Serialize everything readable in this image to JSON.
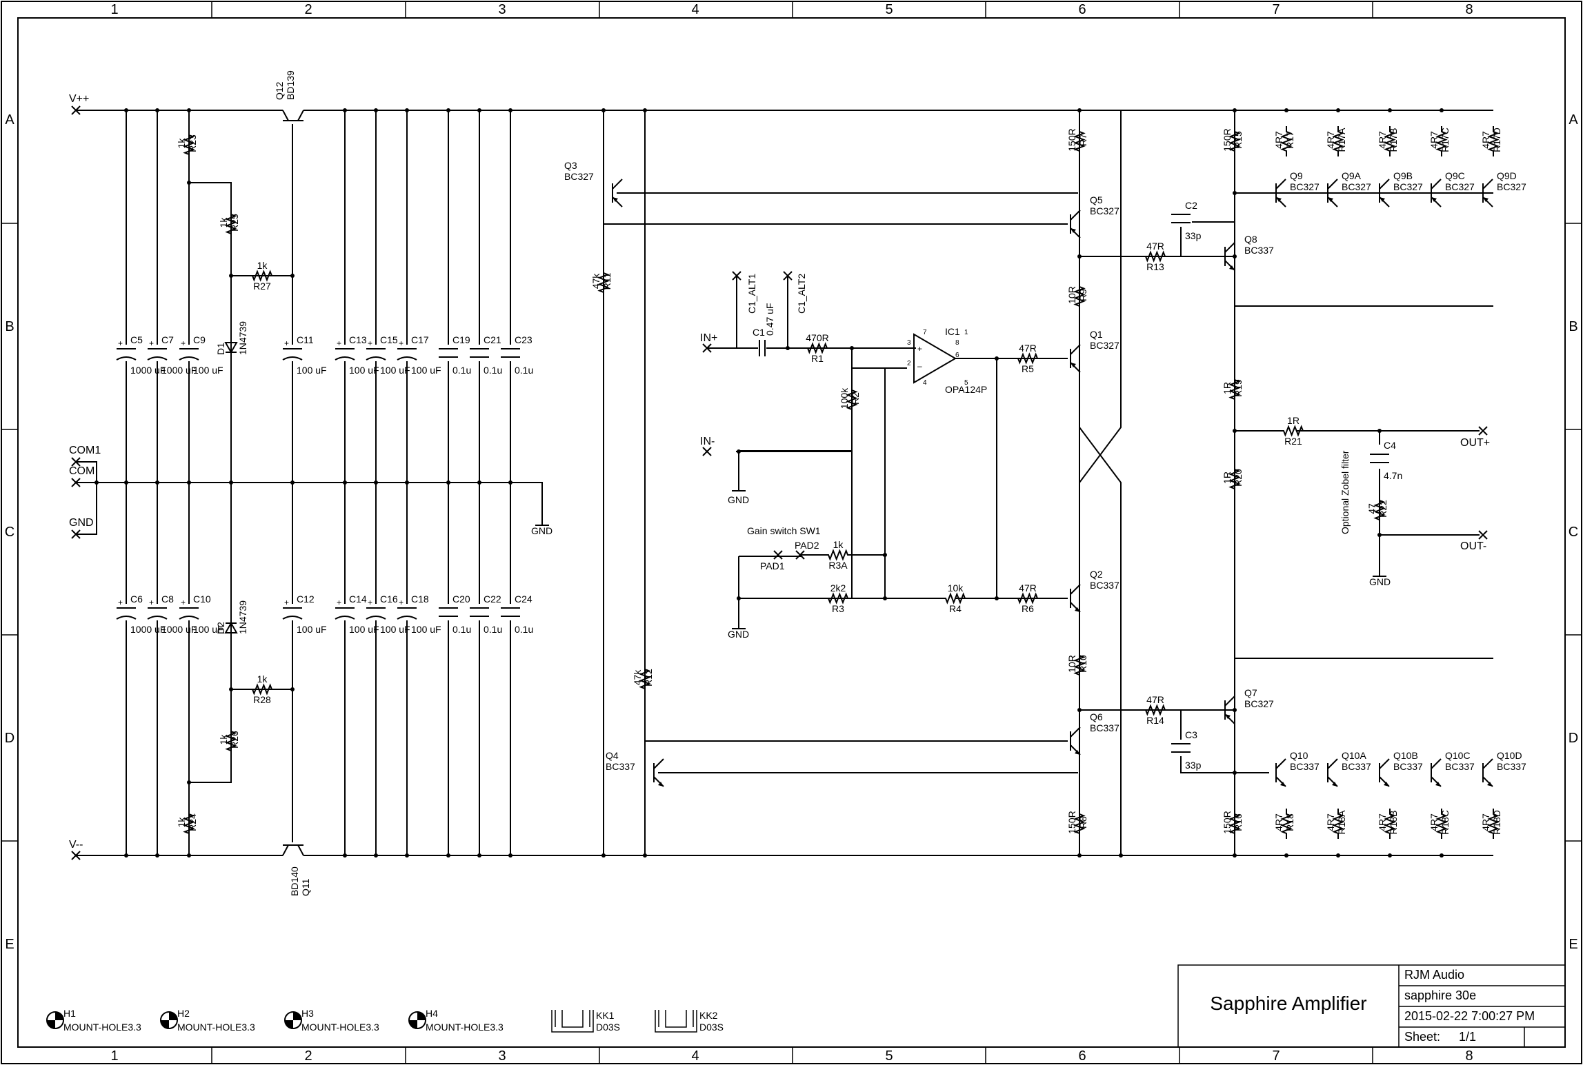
{
  "frame": {
    "columns": [
      "1",
      "2",
      "3",
      "4",
      "5",
      "6",
      "7",
      "8"
    ],
    "rows": [
      "A",
      "B",
      "C",
      "D",
      "E"
    ]
  },
  "title_block": {
    "title": "Sapphire Amplifier",
    "company": "RJM Audio",
    "project": "sapphire 30e",
    "date": "2015-02-22 7:00:27 PM",
    "sheet_label": "Sheet:",
    "sheet_value": "1/1"
  },
  "nets": {
    "vpp": "V++",
    "vmm": "V--",
    "com1": "COM1",
    "com": "COM",
    "gnd": "GND",
    "in_plus": "IN+",
    "in_minus": "IN-",
    "out_plus": "OUT+",
    "out_minus": "OUT-",
    "c1_alt1": "C1_ALT1",
    "c1_alt2": "C1_ALT2",
    "pad1": "PAD1",
    "pad2": "PAD2"
  },
  "notes": {
    "gain_switch": "Gain switch SW1",
    "zobel": "Optional Zobel filter"
  },
  "components": {
    "supply": [
      {
        "ref": "C5",
        "value": "1000 uF"
      },
      {
        "ref": "C7",
        "value": "1000 uF"
      },
      {
        "ref": "C9",
        "value": "100 uF"
      },
      {
        "ref": "C6",
        "value": "1000 uF"
      },
      {
        "ref": "C8",
        "value": "1000 uF"
      },
      {
        "ref": "C10",
        "value": "100 uF"
      },
      {
        "ref": "C11",
        "value": "100 uF"
      },
      {
        "ref": "C12",
        "value": "100 uF"
      },
      {
        "ref": "C13",
        "value": "100 uF"
      },
      {
        "ref": "C15",
        "value": "100 uF"
      },
      {
        "ref": "C17",
        "value": "100 uF"
      },
      {
        "ref": "C14",
        "value": "100 uF"
      },
      {
        "ref": "C16",
        "value": "100 uF"
      },
      {
        "ref": "C18",
        "value": "100 uF"
      },
      {
        "ref": "C19",
        "value": "0.1u"
      },
      {
        "ref": "C21",
        "value": "0.1u"
      },
      {
        "ref": "C23",
        "value": "0.1u"
      },
      {
        "ref": "C20",
        "value": "0.1u"
      },
      {
        "ref": "C22",
        "value": "0.1u"
      },
      {
        "ref": "C24",
        "value": "0.1u"
      },
      {
        "ref": "R23",
        "value": "1k"
      },
      {
        "ref": "R25",
        "value": "1k"
      },
      {
        "ref": "R27",
        "value": "1k"
      },
      {
        "ref": "R24",
        "value": "1k"
      },
      {
        "ref": "R26",
        "value": "1k"
      },
      {
        "ref": "R28",
        "value": "1k"
      },
      {
        "ref": "D1",
        "value": "1N4739"
      },
      {
        "ref": "D2",
        "value": "1N4739"
      },
      {
        "ref": "Q12",
        "value": "BD139"
      },
      {
        "ref": "Q11",
        "value": "BD140"
      }
    ],
    "input": [
      {
        "ref": "C1",
        "value": "0.47 uF"
      },
      {
        "ref": "R1",
        "value": "470R"
      },
      {
        "ref": "R2",
        "value": "100k"
      },
      {
        "ref": "R3A",
        "value": "1k"
      },
      {
        "ref": "R3",
        "value": "2k2"
      },
      {
        "ref": "R4",
        "value": "10k"
      },
      {
        "ref": "IC1",
        "value": "OPA124P"
      },
      {
        "ref": "R11",
        "value": "47k"
      },
      {
        "ref": "R12",
        "value": "47k"
      },
      {
        "ref": "Q3",
        "value": "BC327"
      },
      {
        "ref": "Q4",
        "value": "BC337"
      }
    ],
    "driver": [
      {
        "ref": "R7",
        "value": "150R"
      },
      {
        "ref": "R8",
        "value": "150R"
      },
      {
        "ref": "R9",
        "value": "10R"
      },
      {
        "ref": "R10",
        "value": "10R"
      },
      {
        "ref": "R5",
        "value": "47R"
      },
      {
        "ref": "R6",
        "value": "47R"
      },
      {
        "ref": "R13",
        "value": "47R"
      },
      {
        "ref": "R14",
        "value": "47R"
      },
      {
        "ref": "Q5",
        "value": "BC327"
      },
      {
        "ref": "Q1",
        "value": "BC327"
      },
      {
        "ref": "Q2",
        "value": "BC337"
      },
      {
        "ref": "Q6",
        "value": "BC337"
      },
      {
        "ref": "Q8",
        "value": "BC337"
      },
      {
        "ref": "Q7",
        "value": "BC327"
      },
      {
        "ref": "C2",
        "value": "33p"
      },
      {
        "ref": "C3",
        "value": "33p"
      }
    ],
    "output": [
      {
        "ref": "R15",
        "value": "150R"
      },
      {
        "ref": "R16",
        "value": "150R"
      },
      {
        "ref": "R17",
        "value": "4R7"
      },
      {
        "ref": "R17A",
        "value": "4R7"
      },
      {
        "ref": "R17B",
        "value": "4R7"
      },
      {
        "ref": "R17C",
        "value": "4R7"
      },
      {
        "ref": "R17D",
        "value": "4R7"
      },
      {
        "ref": "R18",
        "value": "4R7"
      },
      {
        "ref": "R18A",
        "value": "4R7"
      },
      {
        "ref": "R18B",
        "value": "4R7"
      },
      {
        "ref": "R18C",
        "value": "4R7"
      },
      {
        "ref": "R18D",
        "value": "4R7"
      },
      {
        "ref": "Q9",
        "value": "BC327"
      },
      {
        "ref": "Q9A",
        "value": "BC327"
      },
      {
        "ref": "Q9B",
        "value": "BC327"
      },
      {
        "ref": "Q9C",
        "value": "BC327"
      },
      {
        "ref": "Q9D",
        "value": "BC327"
      },
      {
        "ref": "Q10",
        "value": "BC337"
      },
      {
        "ref": "Q10A",
        "value": "BC337"
      },
      {
        "ref": "Q10B",
        "value": "BC337"
      },
      {
        "ref": "Q10C",
        "value": "BC337"
      },
      {
        "ref": "Q10D",
        "value": "BC337"
      },
      {
        "ref": "R19",
        "value": "1R"
      },
      {
        "ref": "R20",
        "value": "1R"
      },
      {
        "ref": "R21",
        "value": "1R"
      },
      {
        "ref": "C4",
        "value": "4.7n"
      },
      {
        "ref": "R22",
        "value": "47"
      }
    ],
    "hardware": [
      {
        "ref": "H1",
        "value": "MOUNT-HOLE3.3"
      },
      {
        "ref": "H2",
        "value": "MOUNT-HOLE3.3"
      },
      {
        "ref": "H3",
        "value": "MOUNT-HOLE3.3"
      },
      {
        "ref": "H4",
        "value": "MOUNT-HOLE3.3"
      },
      {
        "ref": "KK1",
        "value": "D03S"
      },
      {
        "ref": "KK2",
        "value": "D03S"
      }
    ]
  }
}
